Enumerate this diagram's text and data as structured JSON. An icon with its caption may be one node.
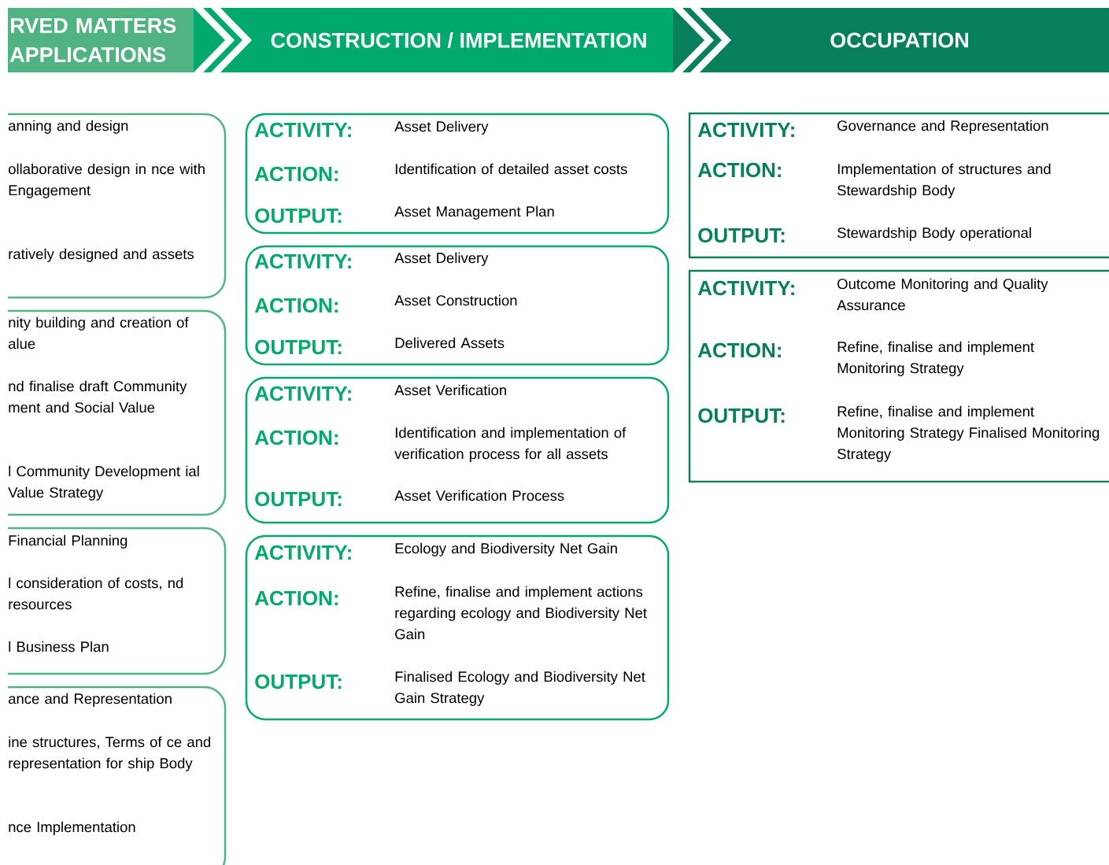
{
  "diagram": {
    "nodes": [
      {
        "text": [
          "RVED MATTERS APPLICATIONS"
        ]
      },
      {
        "text": [
          "CONSTRUCTION / IMPLEMENTATION"
        ]
      },
      {
        "text": [
          "OCCUPATION"
        ]
      },
      {
        "text": [
          "anning and design",
          "ollaborative design in nce with Engagement",
          "ratively designed and assets"
        ]
      },
      {
        "text": [
          "nity building and creation of alue",
          "nd finalise draft Community ment and Social Value",
          "l Community Development ial Value Strategy"
        ]
      },
      {
        "text": [
          "Financial Planning",
          "l consideration of costs, nd resources",
          "l Business Plan"
        ]
      },
      {
        "text": [
          "ance and Representation",
          "ine structures, Terms of ce and representation for ship Body",
          "nce Implementation"
        ]
      },
      {
        "text": [
          "ACTIVITY:",
          "Asset Delivery",
          "ACTION:",
          "Identification of detailed asset costs",
          "OUTPUT:",
          "Asset Management Plan"
        ]
      },
      {
        "text": [
          "ACTIVITY:",
          "Asset Delivery",
          "ACTION:",
          "Asset Construction",
          "OUTPUT:",
          "Delivered Assets"
        ]
      },
      {
        "text": [
          "ACTIVITY:",
          "Asset Verification",
          "ACTION:",
          "Identification and implementation of verification process for all assets",
          "OUTPUT:",
          "Asset Verification Process"
        ]
      },
      {
        "text": [
          "ACTIVITY:",
          "Ecology and Biodiversity Net Gain",
          "ACTION:",
          "Refine, finalise and implement actions regarding ecology and Biodiversity Net Gain",
          "OUTPUT:",
          "Finalised Ecology and Biodiversity Net Gain Strategy"
        ]
      },
      {
        "text": [
          "ACTIVITY:",
          "Governance and Representation",
          "ACTION:",
          "Implementation of structures and Stewardship Body",
          "OUTPUT:",
          "Stewardship Body operational"
        ]
      },
      {
        "text": [
          "ACTIVITY:",
          "Outcome Monitoring and Quality Assurance",
          "ACTION:",
          "Refine, finalise and implement Monitoring Strategy",
          "OUTPUT:",
          "Refine, finalise and implement Monitoring Strategy Finalised Monitoring Strategy"
        ]
      }
    ]
  }
}
